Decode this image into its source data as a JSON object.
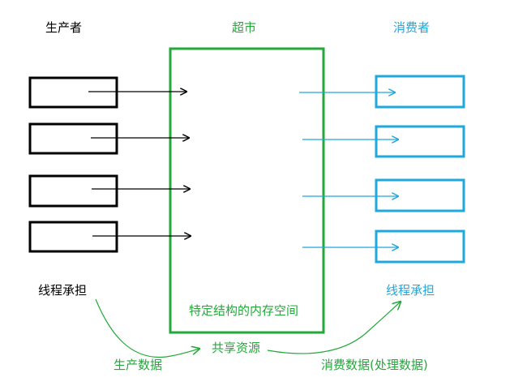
{
  "colors": {
    "producer": "#000000",
    "market": "#22a93a",
    "consumer": "#1ea8de",
    "arrow_producer": "#000000",
    "arrow_consumer": "#1ea8de",
    "flow": "#22a93a"
  },
  "producer": {
    "title": "生产者",
    "thread_label": "线程承担",
    "box_count": 4
  },
  "market": {
    "title": "超市",
    "memory_label": "特定结构的内存空间"
  },
  "consumer": {
    "title": "消费者",
    "thread_label": "线程承担",
    "box_count": 4
  },
  "flow": {
    "produce_label": "生产数据",
    "shared_label": "共享资源",
    "consume_label": "消费数据(处理数据)"
  }
}
